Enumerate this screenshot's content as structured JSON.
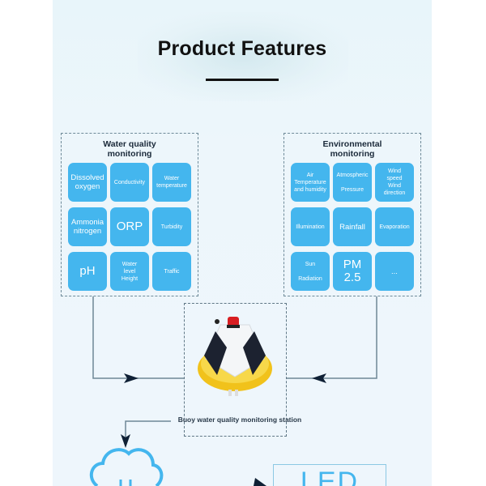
{
  "header": {
    "title": "Product Features"
  },
  "water_quality": {
    "title": "Water quality\nmonitoring",
    "tiles": [
      {
        "label": "Dissolved\noxygen",
        "size": "big"
      },
      {
        "label": "Conductivity",
        "size": "small"
      },
      {
        "label": "Water\ntemperature",
        "size": "small"
      },
      {
        "label": "Ammonia\nnitrogen",
        "size": "big"
      },
      {
        "label": "ORP",
        "size": "huge"
      },
      {
        "label": "Turbidity",
        "size": "small"
      },
      {
        "label": "pH",
        "size": "huge"
      },
      {
        "label": "Water\nlevel\nHeight",
        "size": "small"
      },
      {
        "label": "Traffic",
        "size": "small"
      }
    ]
  },
  "environmental": {
    "title": "Environmental\nmonitoring",
    "tiles": [
      {
        "label": "Air\nTemperature\nand humidity",
        "size": "small"
      },
      {
        "label": "Atmospheric\n\nPressure",
        "size": "small"
      },
      {
        "label": "Wind\nspeed\nWind\ndirection",
        "size": "small"
      },
      {
        "label": "Illumination",
        "size": "small"
      },
      {
        "label": "Rainfall",
        "size": "big"
      },
      {
        "label": "Evaporation",
        "size": "small"
      },
      {
        "label": "Sun\n\nRadiation",
        "size": "small"
      },
      {
        "label": "PM\n2.5",
        "size": "huge"
      },
      {
        "label": "...",
        "size": "big"
      }
    ]
  },
  "station": {
    "caption": "Buoy water quality monitoring station"
  },
  "outputs": {
    "led_label": "LED",
    "cloud_icon": "cloud-upload-icon"
  },
  "colors": {
    "tile": "#44b6ee",
    "connector": "#1f3a55",
    "border": "#6e8a99"
  }
}
